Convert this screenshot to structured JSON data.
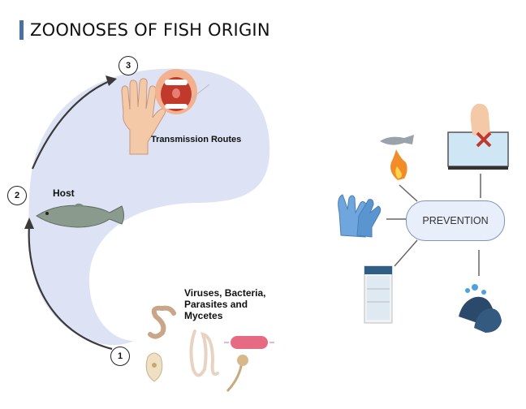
{
  "title": "ZOONOSES OF FISH ORIGIN",
  "steps": [
    "1",
    "2",
    "3"
  ],
  "labels": {
    "host": "Host",
    "transmission": "Transmission Routes",
    "agents": "Viruses, Bacteria, Parasites and Mycetes"
  },
  "prevention": {
    "label": "PREVENTION",
    "items": [
      "cooking-fish-icon",
      "aquarium-no-touch-icon",
      "gloves-icon",
      "refrigerator-icon",
      "hand-washing-icon"
    ]
  },
  "colors": {
    "accent": "#4a6fa5",
    "background_shape": "#dde3f5",
    "prevention_fill": "#e9effa"
  }
}
